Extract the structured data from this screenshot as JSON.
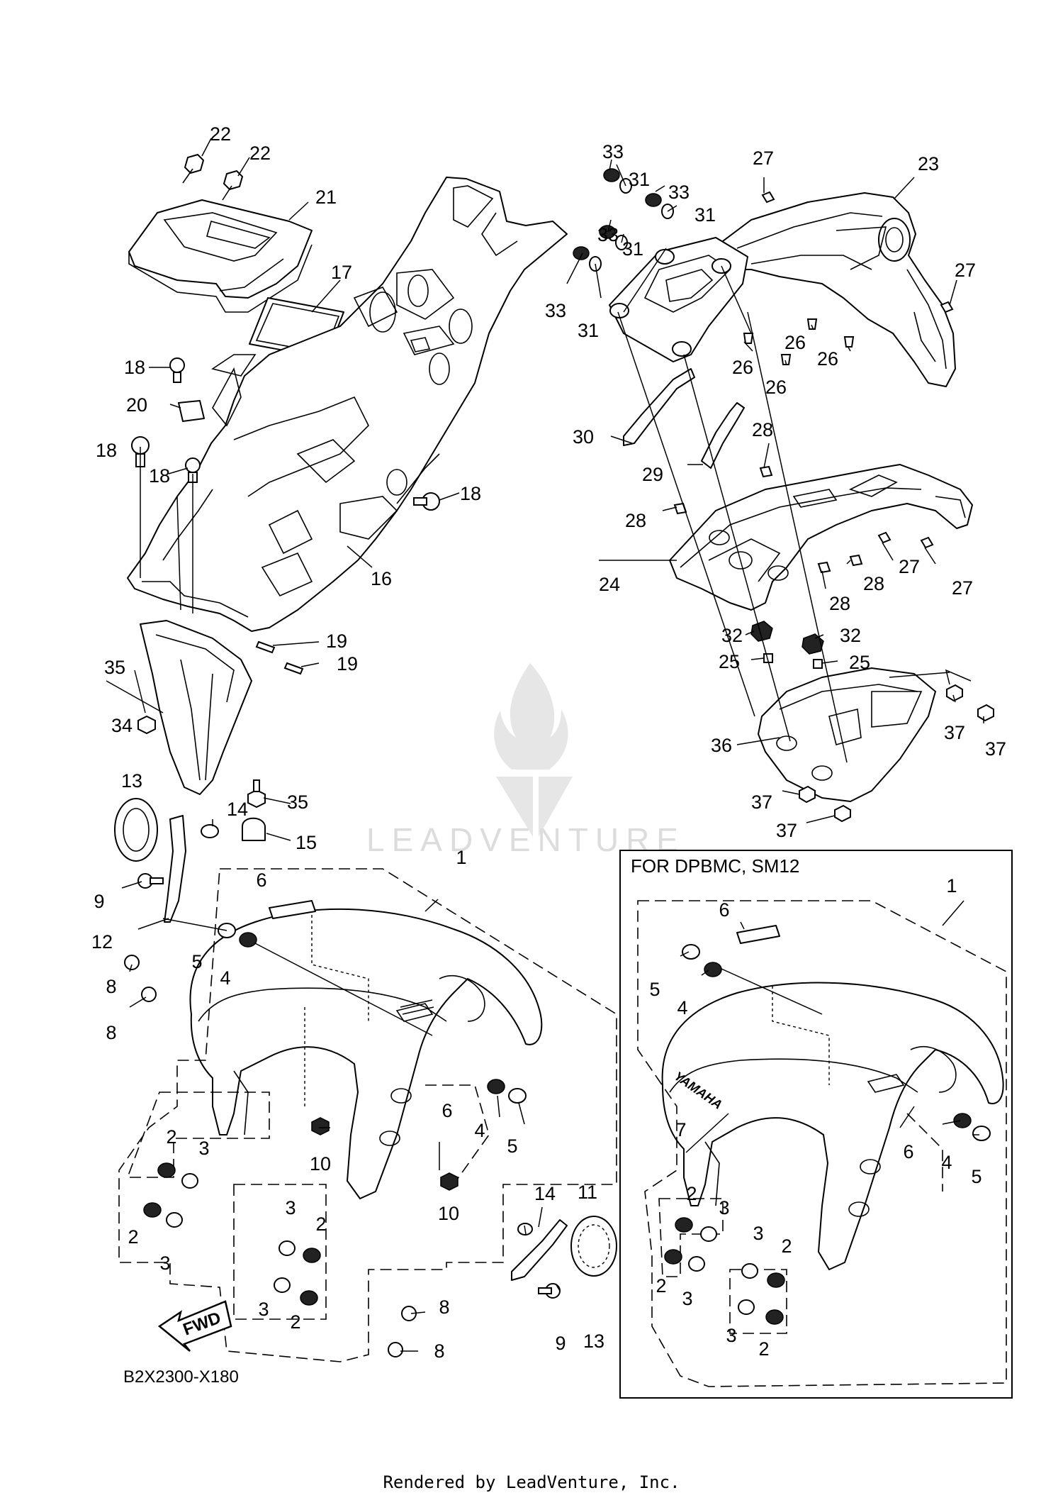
{
  "diagram": {
    "drawing_code": "B2X2300-X180",
    "variant_box_title": "FOR DPBMC, SM12",
    "fwd_label": "FWD",
    "brand_mark": "YAMAHA",
    "watermark": "LEADVENTURE",
    "footer": "Rendered by LeadVenture, Inc.",
    "callouts": [
      "1",
      "2",
      "3",
      "4",
      "5",
      "6",
      "7",
      "8",
      "9",
      "10",
      "11",
      "12",
      "13",
      "14",
      "15",
      "16",
      "17",
      "18",
      "19",
      "20",
      "21",
      "22",
      "23",
      "24",
      "25",
      "26",
      "27",
      "28",
      "29",
      "30",
      "31",
      "32",
      "33",
      "34",
      "35",
      "36",
      "37"
    ]
  },
  "icons": {
    "watermark_logo": "flame-v-logo-icon",
    "direction_arrow": "fwd-arrow-icon"
  }
}
